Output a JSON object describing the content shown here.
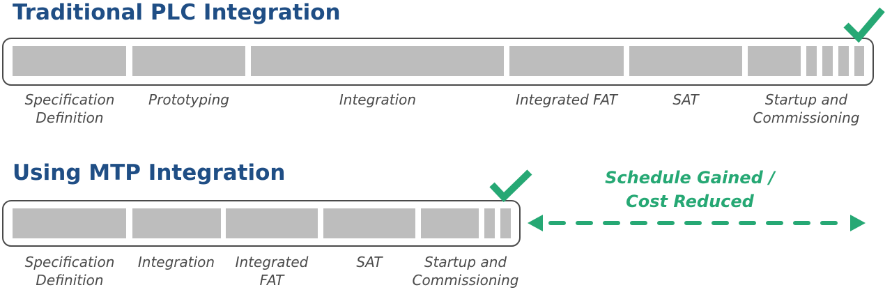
{
  "accent_colors": {
    "title": "#1f4e85",
    "success": "#26a874",
    "segment": "#bdbdbd",
    "frame": "#4a4a4a",
    "label": "#4a4a4a"
  },
  "traditional": {
    "title": "Traditional PLC Integration",
    "phases": [
      {
        "label_lines": [
          "Specification",
          "Definition"
        ]
      },
      {
        "label_lines": [
          "Prototyping"
        ]
      },
      {
        "label_lines": [
          "Integration"
        ]
      },
      {
        "label_lines": [
          "Integrated FAT"
        ]
      },
      {
        "label_lines": [
          "SAT"
        ]
      },
      {
        "label_lines": [
          "Startup and",
          "Commissioning"
        ]
      }
    ],
    "completion_icon": "checkmark-icon"
  },
  "mtp": {
    "title": "Using MTP Integration",
    "phases": [
      {
        "label_lines": [
          "Specification",
          "Definition"
        ]
      },
      {
        "label_lines": [
          "Integration"
        ]
      },
      {
        "label_lines": [
          "Integrated",
          "FAT"
        ]
      },
      {
        "label_lines": [
          "SAT"
        ]
      },
      {
        "label_lines": [
          "Startup and",
          "Commissioning"
        ]
      }
    ],
    "completion_icon": "checkmark-icon"
  },
  "savings": {
    "line1": "Schedule Gained /",
    "line2": "Cost Reduced",
    "arrow_icon": "double-headed-dashed-arrow-icon"
  }
}
